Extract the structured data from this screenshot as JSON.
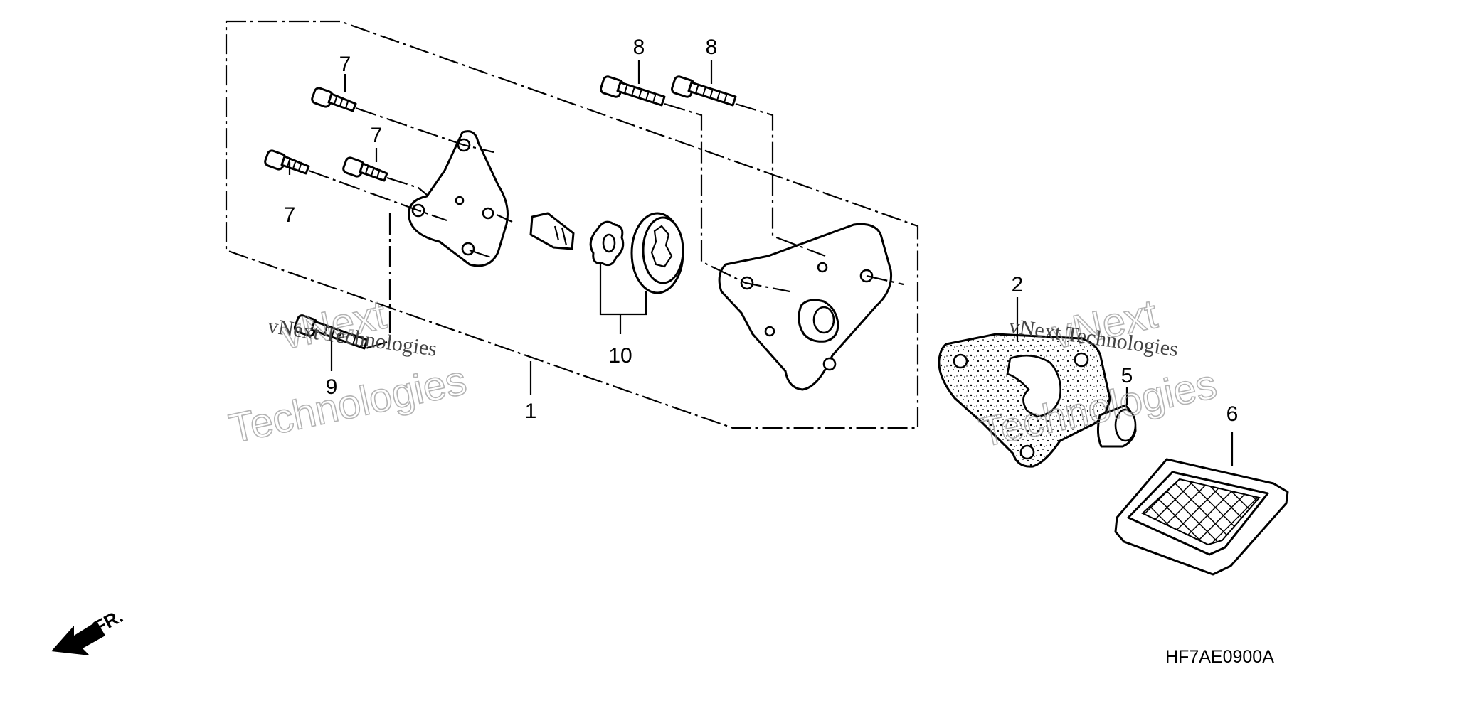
{
  "diagram": {
    "callouts": [
      {
        "id": "callout-7-a",
        "label": "7"
      },
      {
        "id": "callout-7-b",
        "label": "7"
      },
      {
        "id": "callout-7-c",
        "label": "7"
      },
      {
        "id": "callout-8-a",
        "label": "8"
      },
      {
        "id": "callout-8-b",
        "label": "8"
      },
      {
        "id": "callout-9",
        "label": "9"
      },
      {
        "id": "callout-10",
        "label": "10"
      },
      {
        "id": "callout-1",
        "label": "1"
      },
      {
        "id": "callout-2",
        "label": "2"
      },
      {
        "id": "callout-5",
        "label": "5"
      },
      {
        "id": "callout-6",
        "label": "6"
      }
    ],
    "front_label": "FR.",
    "drawing_code": "HF7AE0900A",
    "watermark": {
      "brand_line1": "vNext",
      "brand_line2": "Technologies",
      "serif_text": "vNext Technologies"
    }
  }
}
